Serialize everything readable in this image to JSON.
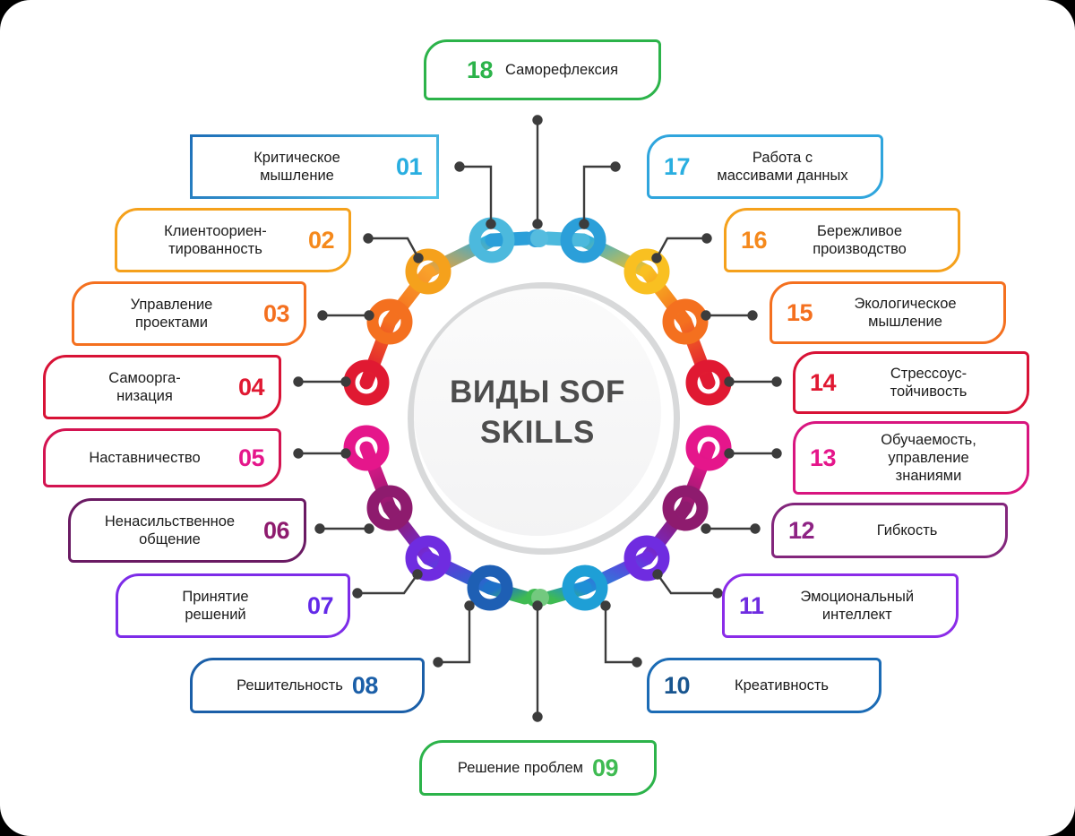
{
  "center": {
    "title_line1": "ВИДЫ SOF",
    "title_line2": "SKILLS",
    "title_color": "#4d4d4d"
  },
  "chart_data": {
    "type": "diagram",
    "title": "ВИДЫ SOF SKILLS",
    "layout": "circular ring with 18 numbered nodes",
    "items": [
      {
        "num": "01",
        "label": "Критическое\nмышление",
        "color": "#29aee0",
        "side": "left"
      },
      {
        "num": "02",
        "label": "Клиентоориен-\nтированность",
        "color": "#f5a11c",
        "side": "left"
      },
      {
        "num": "03",
        "label": "Управление\nпроектами",
        "color": "#f4701f",
        "side": "left"
      },
      {
        "num": "04",
        "label": "Самоорга-\nнизация",
        "color": "#e01932",
        "side": "left"
      },
      {
        "num": "05",
        "label": "Наставничество",
        "color": "#e5168b",
        "side": "left"
      },
      {
        "num": "06",
        "label": "Ненасильственное\nобщение",
        "color": "#8e1b6e",
        "side": "left"
      },
      {
        "num": "07",
        "label": "Принятие\nрешений",
        "color": "#6329e8",
        "side": "left"
      },
      {
        "num": "08",
        "label": "Решительность",
        "color": "#1b5fa8",
        "side": "bottom"
      },
      {
        "num": "09",
        "label": "Решение проблем",
        "color": "#3fbb52",
        "side": "bottom"
      },
      {
        "num": "10",
        "label": "Креативность",
        "color": "#18558f",
        "side": "right"
      },
      {
        "num": "11",
        "label": "Эмоциональный\nинтеллект",
        "color": "#6f2ce0",
        "side": "right"
      },
      {
        "num": "12",
        "label": "Гибкость",
        "color": "#8e2384",
        "side": "right"
      },
      {
        "num": "13",
        "label": "Обучаемость,\nуправление\nзнаниями",
        "color": "#e5168b",
        "side": "right"
      },
      {
        "num": "14",
        "label": "Стрессоус-\nтойчивость",
        "color": "#e01932",
        "side": "right"
      },
      {
        "num": "15",
        "label": "Экологическое\nмышление",
        "color": "#f4701f",
        "side": "right"
      },
      {
        "num": "16",
        "label": "Бережливое\nпроизводство",
        "color": "#f5a11c",
        "side": "right"
      },
      {
        "num": "17",
        "label": "Работа с\nмассивами данных",
        "color": "#29aee0",
        "side": "right"
      },
      {
        "num": "18",
        "label": "Саморефлексия",
        "color": "#2cb34a",
        "side": "top"
      }
    ]
  },
  "labels": {
    "n01": {
      "num": "01",
      "text": "Критическое мышление"
    },
    "n02": {
      "num": "02",
      "text": "Клиентоориен- тированность"
    },
    "n03": {
      "num": "03",
      "text": "Управление проектами"
    },
    "n04": {
      "num": "04",
      "text": "Самоорга- низация"
    },
    "n05": {
      "num": "05",
      "text": "Наставничество"
    },
    "n06": {
      "num": "06",
      "text": "Ненасильственное общение"
    },
    "n07": {
      "num": "07",
      "text": "Принятие решений"
    },
    "n08": {
      "num": "08",
      "text": "Решительность"
    },
    "n09": {
      "num": "09",
      "text": "Решение проблем"
    },
    "n10": {
      "num": "10",
      "text": "Креативность"
    },
    "n11": {
      "num": "11",
      "text": "Эмоциональный интеллект"
    },
    "n12": {
      "num": "12",
      "text": "Гибкость"
    },
    "n13": {
      "num": "13",
      "text": "Обучаемость, управление знаниями"
    },
    "n14": {
      "num": "14",
      "text": "Стрессоус- тойчивость"
    },
    "n15": {
      "num": "15",
      "text": "Экологическое мышление"
    },
    "n16": {
      "num": "16",
      "text": "Бережливое производство"
    },
    "n17": {
      "num": "17",
      "text": "Работа с массивами данных"
    },
    "n18": {
      "num": "18",
      "text": "Саморефлексия"
    }
  },
  "lines": {
    "l01": {
      "num": "01",
      "line1": "Критическое",
      "line2": "мышление"
    },
    "l02": {
      "num": "02",
      "line1": "Клиентоориен-",
      "line2": "тированность"
    },
    "l03": {
      "num": "03",
      "line1": "Управление",
      "line2": "проектами"
    },
    "l04": {
      "num": "04",
      "line1": "Самоорга-",
      "line2": "низация"
    },
    "l05": {
      "num": "05",
      "line1": "Наставничество",
      "line2": ""
    },
    "l06": {
      "num": "06",
      "line1": "Ненасильственное",
      "line2": "общение"
    },
    "l07": {
      "num": "07",
      "line1": "Принятие",
      "line2": "решений"
    },
    "l08": {
      "num": "08",
      "line1": "Решительность",
      "line2": ""
    },
    "l09": {
      "num": "09",
      "line1": "Решение проблем",
      "line2": ""
    },
    "l10": {
      "num": "10",
      "line1": "Креативность",
      "line2": ""
    },
    "l11": {
      "num": "11",
      "line1": "Эмоциональный",
      "line2": "интеллект"
    },
    "l12": {
      "num": "12",
      "line1": "Гибкость",
      "line2": ""
    },
    "l13": {
      "num": "13",
      "line1": "Обучаемость,",
      "line2": "управление",
      "line3": "знаниями"
    },
    "l14": {
      "num": "14",
      "line1": "Стрессоус-",
      "line2": "тойчивость"
    },
    "l15": {
      "num": "15",
      "line1": "Экологическое",
      "line2": "мышление"
    },
    "l16": {
      "num": "16",
      "line1": "Бережливое",
      "line2": "производство"
    },
    "l17": {
      "num": "17",
      "line1": "Работа с",
      "line2": "массивами данных"
    },
    "l18": {
      "num": "18",
      "line1": "Саморефлексия",
      "line2": ""
    }
  },
  "palette": {
    "cyan": "#29aee0",
    "yellow": "#f5a11c",
    "orange": "#f4701f",
    "red": "#e01932",
    "magenta": "#e5168b",
    "purple": "#8e1b6e",
    "violet": "#6329e8",
    "blue": "#1b5fa8",
    "green": "#3fbb52",
    "navy": "#18558f",
    "connector": "#3c3c3c",
    "hub_ring": "#d8d9da"
  }
}
